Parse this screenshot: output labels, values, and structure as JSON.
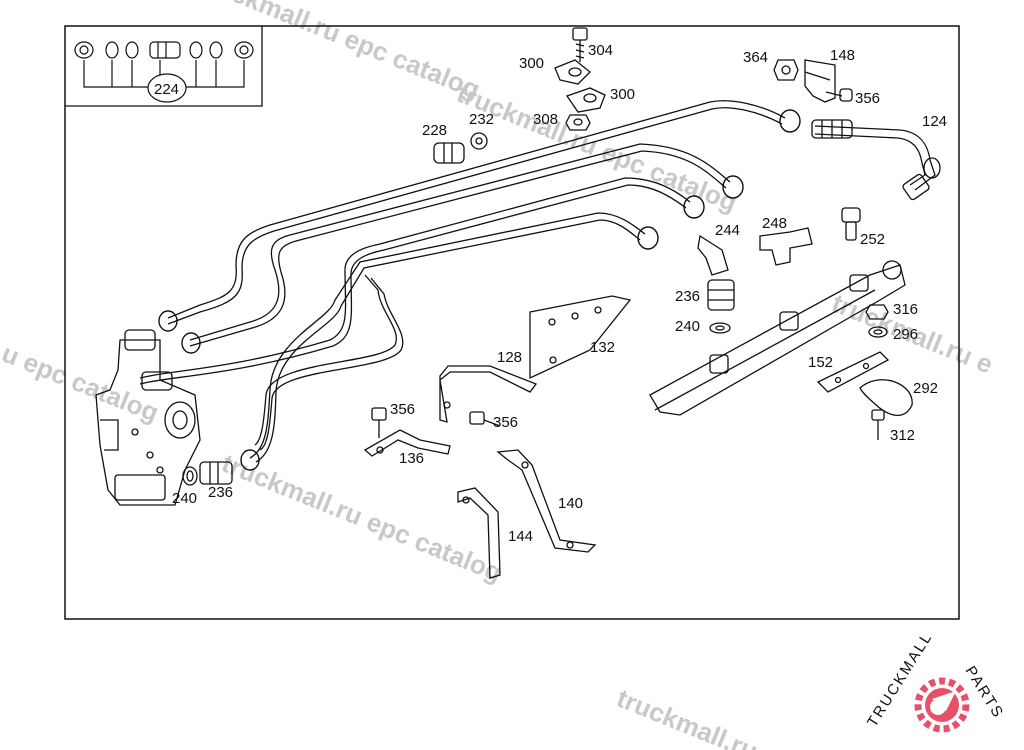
{
  "diagram": {
    "inset_label": "224",
    "part_labels": [
      {
        "id": "304",
        "text": "304"
      },
      {
        "id": "300a",
        "text": "300"
      },
      {
        "id": "300b",
        "text": "300"
      },
      {
        "id": "308",
        "text": "308"
      },
      {
        "id": "364",
        "text": "364"
      },
      {
        "id": "148",
        "text": "148"
      },
      {
        "id": "356a",
        "text": "356"
      },
      {
        "id": "124",
        "text": "124"
      },
      {
        "id": "228",
        "text": "228"
      },
      {
        "id": "232",
        "text": "232"
      },
      {
        "id": "244",
        "text": "244"
      },
      {
        "id": "248",
        "text": "248"
      },
      {
        "id": "252",
        "text": "252"
      },
      {
        "id": "236a",
        "text": "236"
      },
      {
        "id": "240a",
        "text": "240"
      },
      {
        "id": "316",
        "text": "316"
      },
      {
        "id": "296",
        "text": "296"
      },
      {
        "id": "132",
        "text": "132"
      },
      {
        "id": "128",
        "text": "128"
      },
      {
        "id": "152",
        "text": "152"
      },
      {
        "id": "292",
        "text": "292"
      },
      {
        "id": "356b",
        "text": "356"
      },
      {
        "id": "356c",
        "text": "356"
      },
      {
        "id": "312",
        "text": "312"
      },
      {
        "id": "136",
        "text": "136"
      },
      {
        "id": "140",
        "text": "140"
      },
      {
        "id": "144",
        "text": "144"
      },
      {
        "id": "240b",
        "text": "240"
      },
      {
        "id": "236b",
        "text": "236"
      }
    ]
  },
  "watermark": {
    "text": "truckmall.ru epc catalog",
    "text_short": "ckmall.ru epc catalog",
    "text_right": "truckmall.ru e",
    "text_left": "u epc catalog",
    "text_bottom": "truckmall.ru epc"
  },
  "logo": {
    "text_dark": "TRUCKMALL",
    "text_accent": "PARTS",
    "accent_color": "#e8506a"
  }
}
